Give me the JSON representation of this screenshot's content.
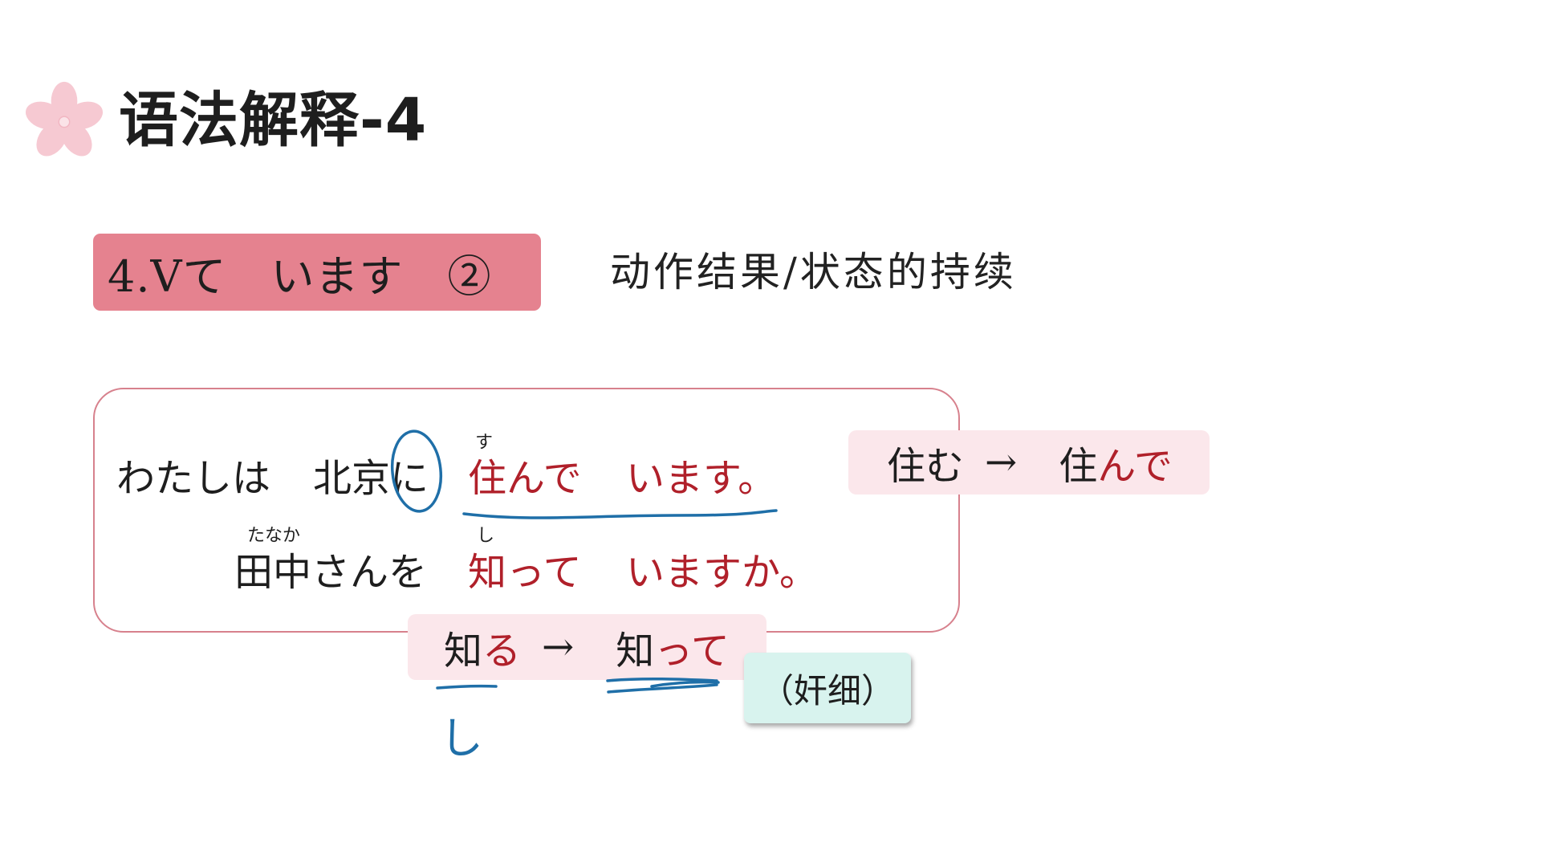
{
  "header": {
    "title": "语法解释-4",
    "icon": "sakura-icon"
  },
  "section": {
    "label": "4.Vて　います　②",
    "description": "动作结果/状态的持续"
  },
  "examples": {
    "line1": {
      "part1": "わたしは",
      "part2": "北京に",
      "verb": "住んで",
      "verb_ruby": "す",
      "aux": "います。"
    },
    "line2": {
      "noun": "田中さんを",
      "noun_ruby": "たなか",
      "verb": "知って",
      "verb_ruby": "し",
      "aux": "いますか。"
    }
  },
  "conjugations": {
    "sumu": {
      "from": "住む",
      "arrow": "→",
      "to_stem": "住",
      "to_rest": "んで"
    },
    "shiru": {
      "from_stem": "知",
      "from_rest": "る",
      "arrow": "→",
      "to_stem": "知",
      "to_rest": "って"
    }
  },
  "note": {
    "text": "（奸细）"
  },
  "annotations": {
    "handwritten_char": "し"
  },
  "colors": {
    "accent_pink": "#e5828f",
    "pill_pink": "#fbe7eb",
    "verb_red": "#b0202a",
    "ink_blue": "#1f6fa8",
    "note_teal": "#d8f3ee"
  }
}
